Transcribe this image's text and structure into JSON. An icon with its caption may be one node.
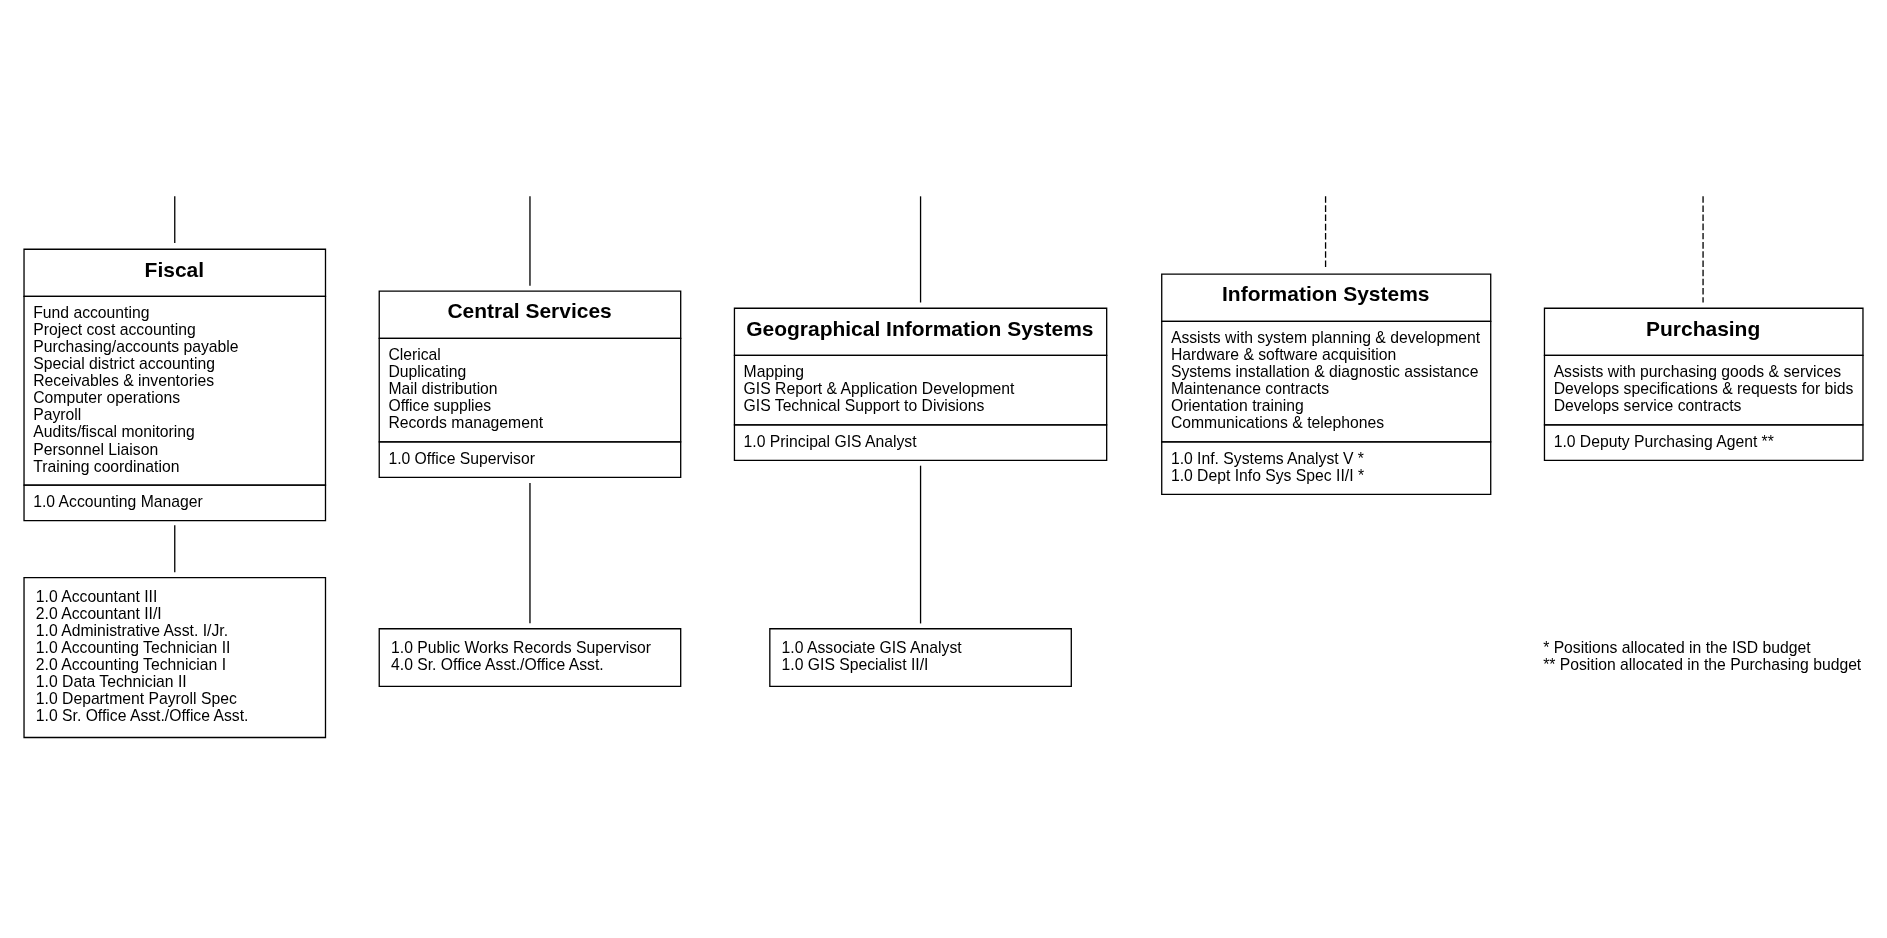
{
  "diagram": {
    "nodes": [
      {
        "text": [
          "Fiscal",
          "Fund accounting",
          "Project cost accounting",
          "Purchasing/accounts payable",
          "Special district accounting",
          "Receivables & inventories",
          "Computer operations",
          "Payroll",
          "Audits/fiscal monitoring",
          "Personnel Liaison",
          "Training coordination",
          "1.0 Accounting Manager"
        ]
      },
      {
        "text": [
          "1.0 Accountant III",
          "2.0 Accountant II/I",
          "1.0 Administrative Asst. I/Jr.",
          "1.0 Accounting Technician II",
          "2.0 Accounting Technician I",
          "1.0 Data Technician II",
          "1.0 Department Payroll Spec",
          "1.0 Sr. Office Asst./Office Asst."
        ]
      },
      {
        "text": [
          "Central Services",
          "Clerical",
          "Duplicating",
          "Mail distribution",
          "Office supplies",
          "Records management",
          "1.0 Office Supervisor"
        ]
      },
      {
        "text": [
          "1.0 Public Works Records Supervisor",
          "4.0 Sr. Office Asst./Office Asst."
        ]
      },
      {
        "text": [
          "Geographical Information Systems",
          "Mapping",
          "GIS Report & Application Development",
          "GIS Technical Support to Divisions",
          "1.0 Principal GIS Analyst"
        ]
      },
      {
        "text": [
          "1.0 Associate GIS Analyst",
          "1.0 GIS Specialist II/I"
        ]
      },
      {
        "text": [
          "Information Systems",
          "Assists with system planning & development",
          "Hardware & software acquisition",
          "Systems installation & diagnostic assistance",
          "Maintenance contracts",
          "Orientation training",
          "Communications & telephones",
          "1.0 Inf. Systems Analyst V *",
          "1.0 Dept Info Sys Spec II/I *"
        ]
      },
      {
        "text": [
          "Purchasing",
          "Assists with purchasing goods & services",
          "Develops specifications & requests for bids",
          "Develops service contracts",
          "1.0 Deputy Purchasing Agent **"
        ]
      }
    ],
    "edges": [
      {
        "from": null,
        "to": 0,
        "arrow": "none"
      },
      {
        "from": null,
        "to": 2,
        "arrow": "none"
      },
      {
        "from": null,
        "to": 4,
        "arrow": "none"
      },
      {
        "from": null,
        "to": 6,
        "arrow": "none",
        "style": "dashed"
      },
      {
        "from": null,
        "to": 7,
        "arrow": "none",
        "style": "dashed"
      },
      {
        "from": 0,
        "to": 1,
        "arrow": "none"
      },
      {
        "from": 2,
        "to": 3,
        "arrow": "none"
      },
      {
        "from": 4,
        "to": 5,
        "arrow": "none"
      }
    ],
    "labels": [
      "* Positions allocated in the ISD budget",
      "** Position allocated in the Purchasing budget"
    ]
  }
}
